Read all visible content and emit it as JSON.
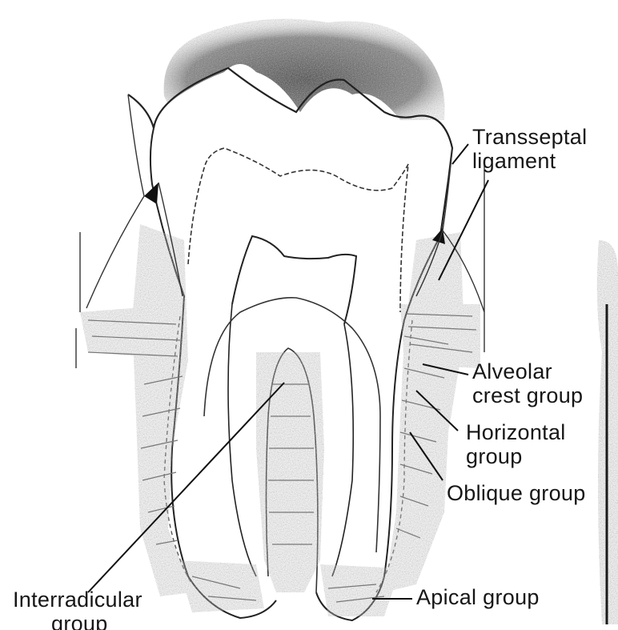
{
  "labels": {
    "transseptal": {
      "line1": "Transseptal",
      "line2": "ligament"
    },
    "alveolar_crest": {
      "line1": "Alveolar",
      "line2": "crest group"
    },
    "horizontal": {
      "line1": "Horizontal",
      "line2": "group"
    },
    "oblique": {
      "line1": "Oblique group"
    },
    "apical": {
      "line1": "Apical group"
    },
    "interradicular": {
      "line1": "Interradicular",
      "line2": "group"
    }
  },
  "colors": {
    "ink": "#161616",
    "gingiva_shade": "#555555",
    "fiber_shade": "#cfcfcf"
  }
}
